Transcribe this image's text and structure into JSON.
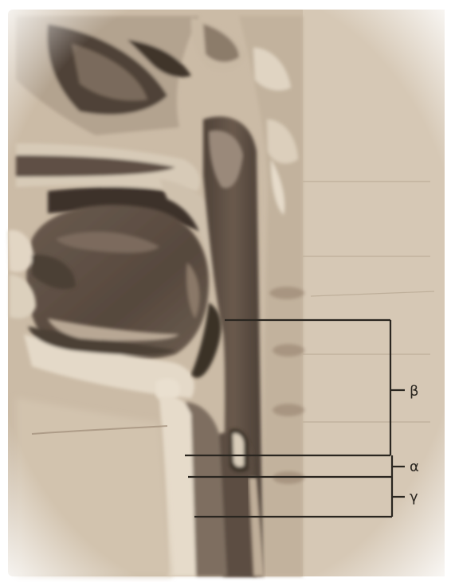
{
  "figure": {
    "labels": {
      "beta": "β",
      "alpha": "α",
      "gamma": "γ"
    },
    "colors": {
      "paper": "#cbbba6",
      "paper_light": "#d8cab7",
      "tissue_dark": "#5a4c41",
      "tissue_mid": "#7d6d60",
      "tissue_light": "#b5a591",
      "pale_band": "#e2d7c6",
      "bracket_line": "#2a2620"
    }
  }
}
